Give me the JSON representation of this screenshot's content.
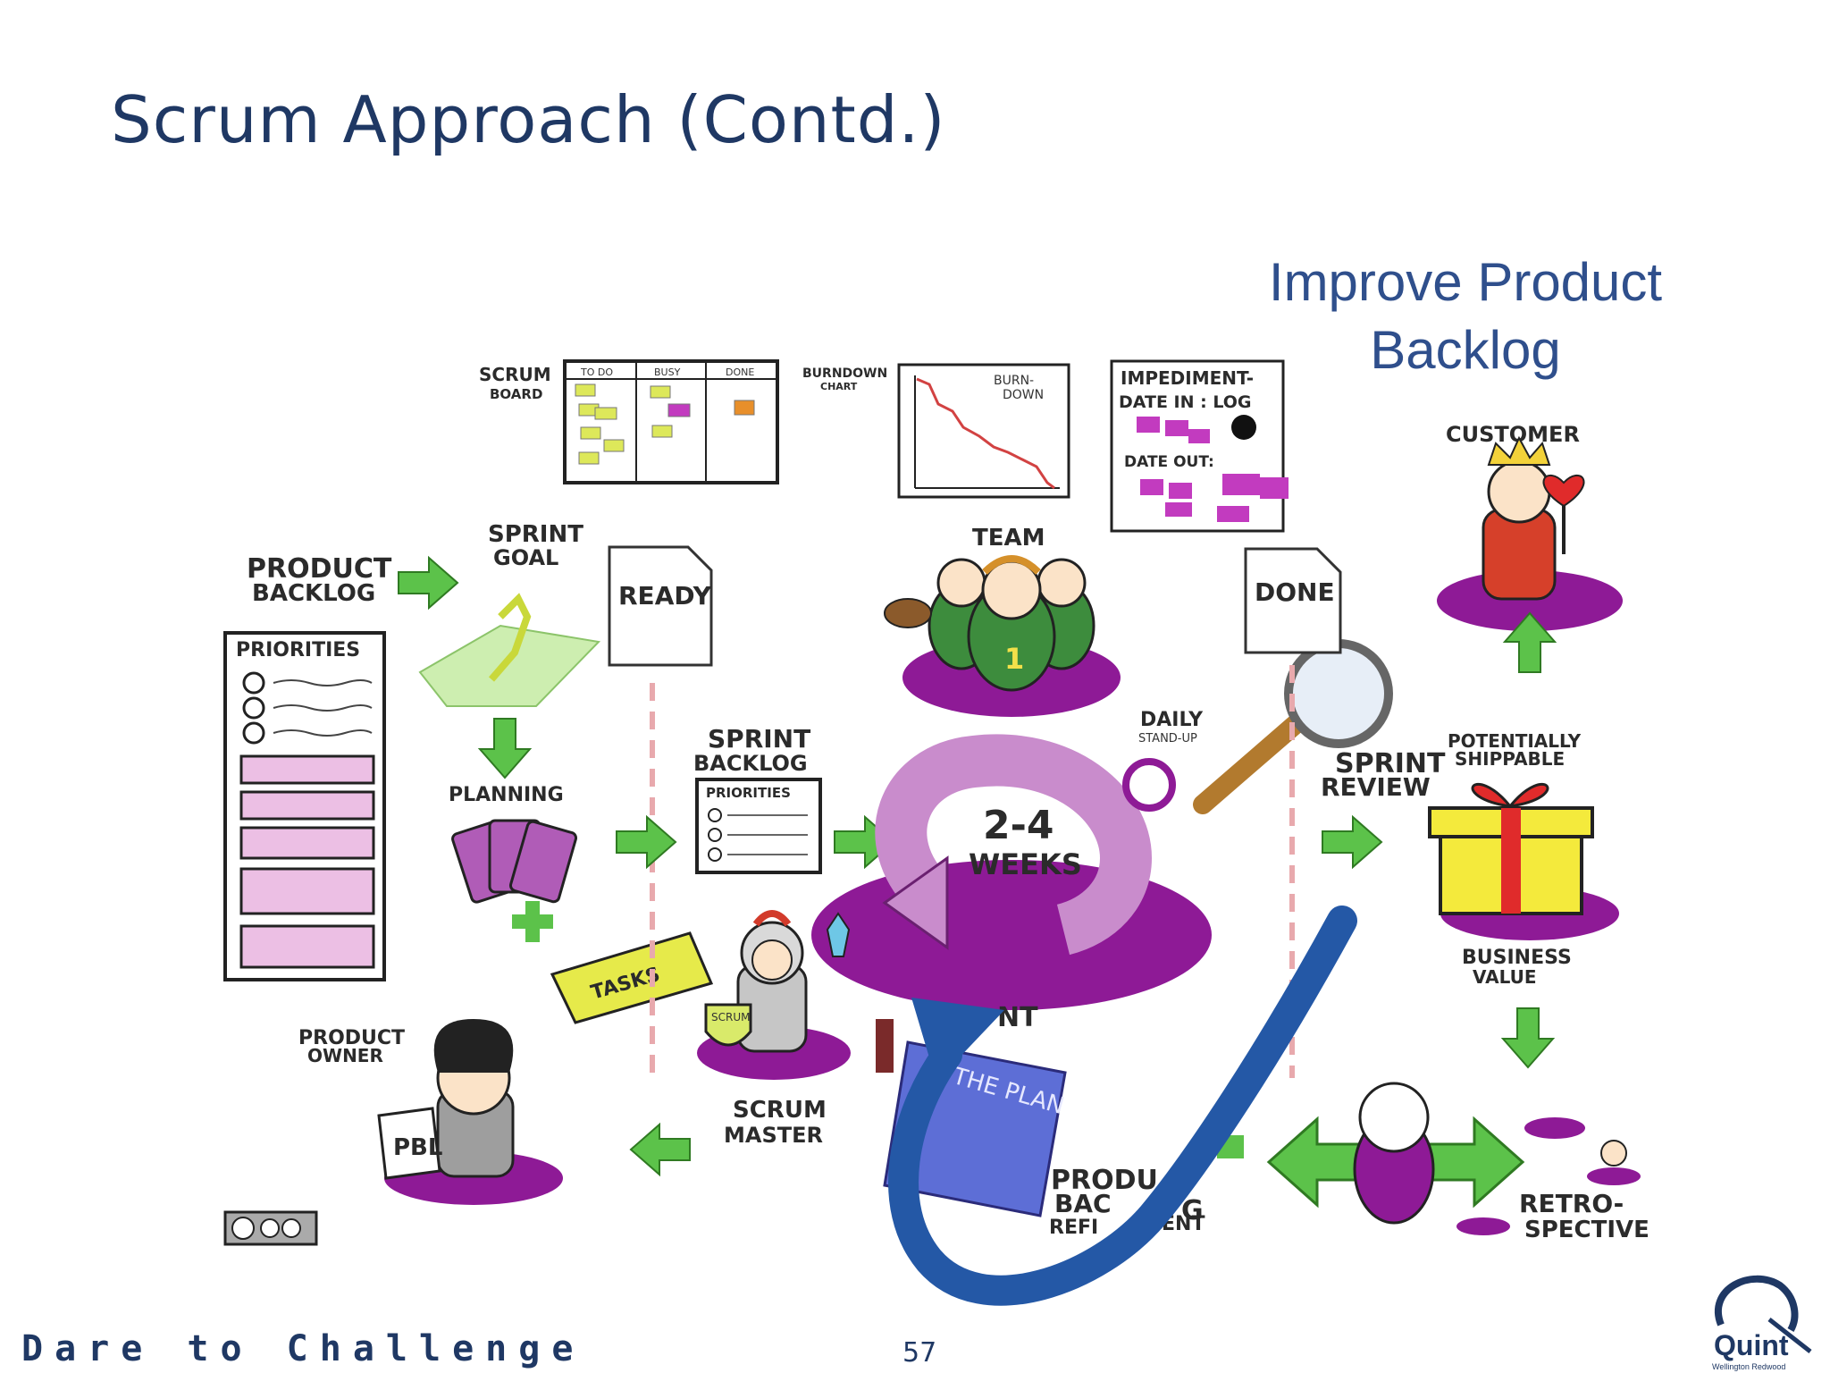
{
  "slide": {
    "title": "Scrum Approach (Contd.)",
    "page_number": "57",
    "footer_tagline": "Dare to Challenge"
  },
  "improve": {
    "line1": "Improve Product",
    "line2": "Backlog"
  },
  "labels": {
    "scrum_board": [
      "SCRUM",
      "BOARD"
    ],
    "board_columns": [
      "TO DO",
      "BUSY",
      "DONE"
    ],
    "burndown_chart": [
      "BURNDOWN",
      "CHART"
    ],
    "burn_down": [
      "BURN-",
      "DOWN"
    ],
    "impediment_log": [
      "IMPEDIMENT-",
      "DATE IN : LOG",
      "DATE OUT:"
    ],
    "customer": "CUSTOMER",
    "product_backlog": [
      "PRODUCT",
      "BACKLOG"
    ],
    "sprint_goal": [
      "SPRINT",
      "GOAL"
    ],
    "ready": "READY",
    "team": "TEAM",
    "done": "DONE",
    "priorities": "PRIORITIES",
    "planning": "PLANNING",
    "sprint_backlog": [
      "SPRINT",
      "BACKLOG"
    ],
    "sprint_backlog_priorities": "PRIORITIES",
    "daily_standup": [
      "DAILY",
      "STAND-UP"
    ],
    "cycle_length": [
      "2-4",
      "WEEKS"
    ],
    "sprint_review": [
      "SPRINT",
      "REVIEW"
    ],
    "potentially_shippable": [
      "POTENTIALLY",
      "SHIPPABLE"
    ],
    "tasks": "TASKS",
    "business_value": [
      "BUSINESS",
      "VALUE"
    ],
    "product_owner": [
      "PRODUCT",
      "OWNER"
    ],
    "pbl": "PBL",
    "scrum_master": [
      "SCRUM",
      "MASTER"
    ],
    "the_plan": "THE PLAN",
    "sprint_partial": "NT",
    "backlog_refinement": [
      "PRODU",
      "BAC",
      "G",
      "REFI",
      "ENT"
    ],
    "retrospective": [
      "RETRO-",
      "SPECTIVE"
    ],
    "scrum_shield": "SCRUM"
  },
  "logo": {
    "name": "Quint",
    "subtitle": "Wellington Redwood"
  },
  "colors": {
    "title": "#1f3864",
    "arrow_green": "#5cc24a",
    "purple": "#8e1a96",
    "light_purple": "#c98ccc",
    "pink_card": "#ecbfe4",
    "blue_overlay": "#2458a6",
    "improve_text": "#2f4f8c"
  }
}
